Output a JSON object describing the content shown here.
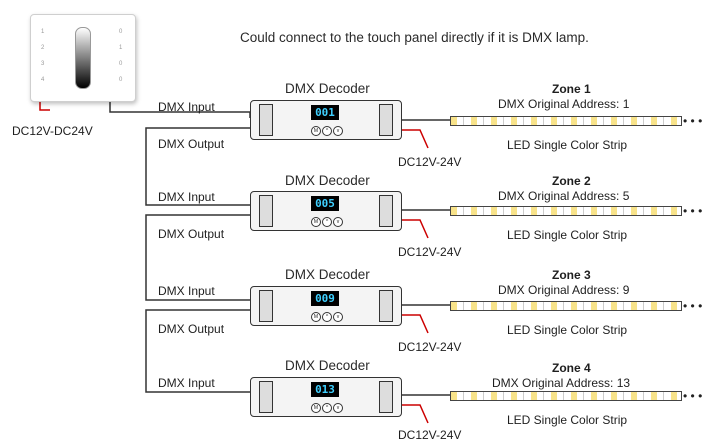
{
  "note": "Could connect to the touch panel directly if it is DMX lamp.",
  "panel": {
    "power_label": "DC12V-DC24V",
    "left_numbers": [
      "1",
      "2",
      "3",
      "4"
    ],
    "right_numbers": [
      "0",
      "1",
      "0",
      "0"
    ]
  },
  "common": {
    "decoder_title": "DMX Decoder",
    "input_label": "DMX Input",
    "output_label": "DMX Output",
    "power_label": "DC12V-24V",
    "strip_label": "LED Single Color Strip",
    "ellipsis": "• • •"
  },
  "zones": [
    {
      "title": "Zone 1",
      "address": "DMX Original Address: 1",
      "display": "001"
    },
    {
      "title": "Zone 2",
      "address": "DMX Original Address: 5",
      "display": "005"
    },
    {
      "title": "Zone 3",
      "address": "DMX Original Address: 9",
      "display": "009"
    },
    {
      "title": "Zone 4",
      "address": "DMX Original Address: 13",
      "display": "013"
    }
  ],
  "buttons": [
    "M",
    "^",
    "v"
  ]
}
